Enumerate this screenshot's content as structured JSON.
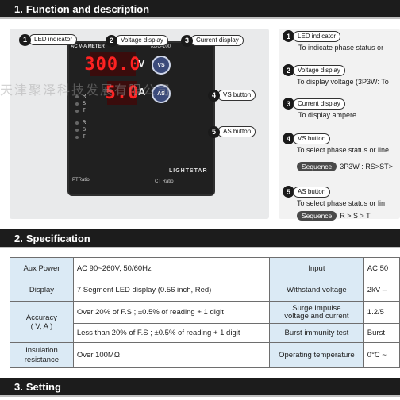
{
  "sections": {
    "s1": {
      "num": "1.",
      "title": "Function and description"
    },
    "s2": {
      "num": "2.",
      "title": "Specification"
    },
    "s3": {
      "num": "3.",
      "title": "Setting"
    }
  },
  "device": {
    "model_label": "AC V-A METER",
    "model_code": "KDO-100",
    "display_top": "300.0",
    "display_bottom": "5.0",
    "unit_top": "V",
    "unit_bottom": "A",
    "vs_button": "VS",
    "as_button": "AS",
    "led_labels": [
      "R",
      "S",
      "T",
      "R",
      "S",
      "T"
    ],
    "brand_left": "PTRatio",
    "brand_right": "LIGHTSTAR",
    "ct_ratio": "CT Ratio"
  },
  "callouts": [
    {
      "num": "1",
      "label": "LED indicator"
    },
    {
      "num": "2",
      "label": "Voltage display"
    },
    {
      "num": "3",
      "label": "Current display"
    },
    {
      "num": "4",
      "label": "VS button"
    },
    {
      "num": "5",
      "label": "AS button"
    }
  ],
  "descriptions": [
    {
      "num": "1",
      "label": "LED indicator",
      "text": "To indicate phase status or"
    },
    {
      "num": "2",
      "label": "Voltage display",
      "text": "To display voltage (3P3W: To"
    },
    {
      "num": "3",
      "label": "Current display",
      "text": "To display ampere"
    },
    {
      "num": "4",
      "label": "VS button",
      "text": "To select phase status or line",
      "seq_label": "Sequence",
      "seq_value": "3P3W : RS>ST>"
    },
    {
      "num": "5",
      "label": "AS button",
      "text": "To select phase status or lin",
      "seq_label": "Sequence",
      "seq_value": "R > S > T"
    }
  ],
  "spec_table": {
    "rows": [
      {
        "label": "Aux Power",
        "value": "AC 90~260V, 50/60Hz",
        "label2": "Input",
        "value2": "AC 50"
      },
      {
        "label": "Display",
        "value": "7 Segment LED display (0.56 inch, Red)",
        "label2": "Withstand voltage",
        "value2": "2kV –"
      },
      {
        "label": "Accuracy",
        "label_sub": "( V, A )",
        "value": "Over 20% of F.S ; ±0.5% of reading + 1 digit",
        "value_b": "Less than 20% of F.S ; ±0.5% of reading + 1 digit",
        "label2": "Surge Impulse",
        "label2_sub": "voltage and current",
        "value2": "1.2/5",
        "label3": "Burst immunity test",
        "value3": "Burst"
      },
      {
        "label": "Insulation",
        "label_sub": "resistance",
        "value": "Over 100MΩ",
        "label2": "Operating temperature",
        "value2": "0°C ~"
      }
    ]
  },
  "watermark": "天津聚泽科技发展有限公司"
}
